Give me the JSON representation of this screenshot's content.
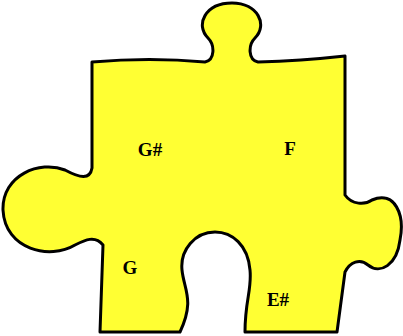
{
  "diagram": {
    "nodes": [
      {
        "text": [
          "G#",
          "F",
          "G",
          "E#"
        ]
      }
    ]
  }
}
